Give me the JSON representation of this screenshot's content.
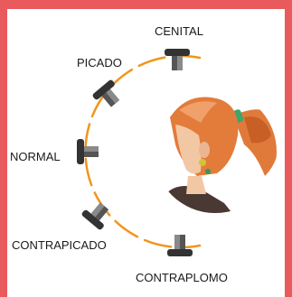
{
  "border_color": "#e85a5c",
  "orbit_color": "#f0961e",
  "camera_positions": [
    {
      "id": "cenital",
      "label": "CENITAL",
      "icon": "camera-top-icon"
    },
    {
      "id": "picado",
      "label": "PICADO",
      "icon": "camera-high-angle-icon"
    },
    {
      "id": "normal",
      "label": "NORMAL",
      "icon": "camera-eye-level-icon"
    },
    {
      "id": "contrapicado",
      "label": "CONTRAPICADO",
      "icon": "camera-low-angle-icon"
    },
    {
      "id": "contraplomo",
      "label": "CONTRAPLOMO",
      "icon": "camera-bottom-icon"
    }
  ],
  "subject": {
    "icon": "character-head-icon"
  }
}
